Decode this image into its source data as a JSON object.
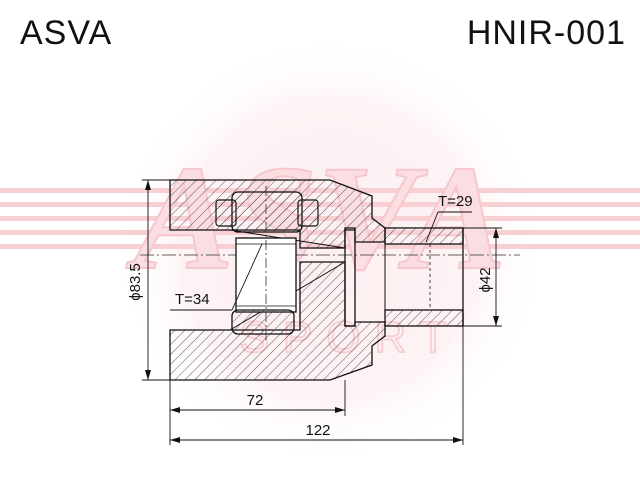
{
  "header": {
    "brand": "ASVA",
    "part_number": "HNIR-001"
  },
  "watermark": {
    "brand": "ASVA",
    "sub": "SPORT",
    "color": "#e8142a"
  },
  "dimensions": {
    "diameter_outer": "ϕ83.5",
    "diameter_shaft": "ϕ42",
    "length_body": "72",
    "length_total": "122",
    "teeth_inner": "T=34",
    "teeth_outer": "T=29"
  }
}
